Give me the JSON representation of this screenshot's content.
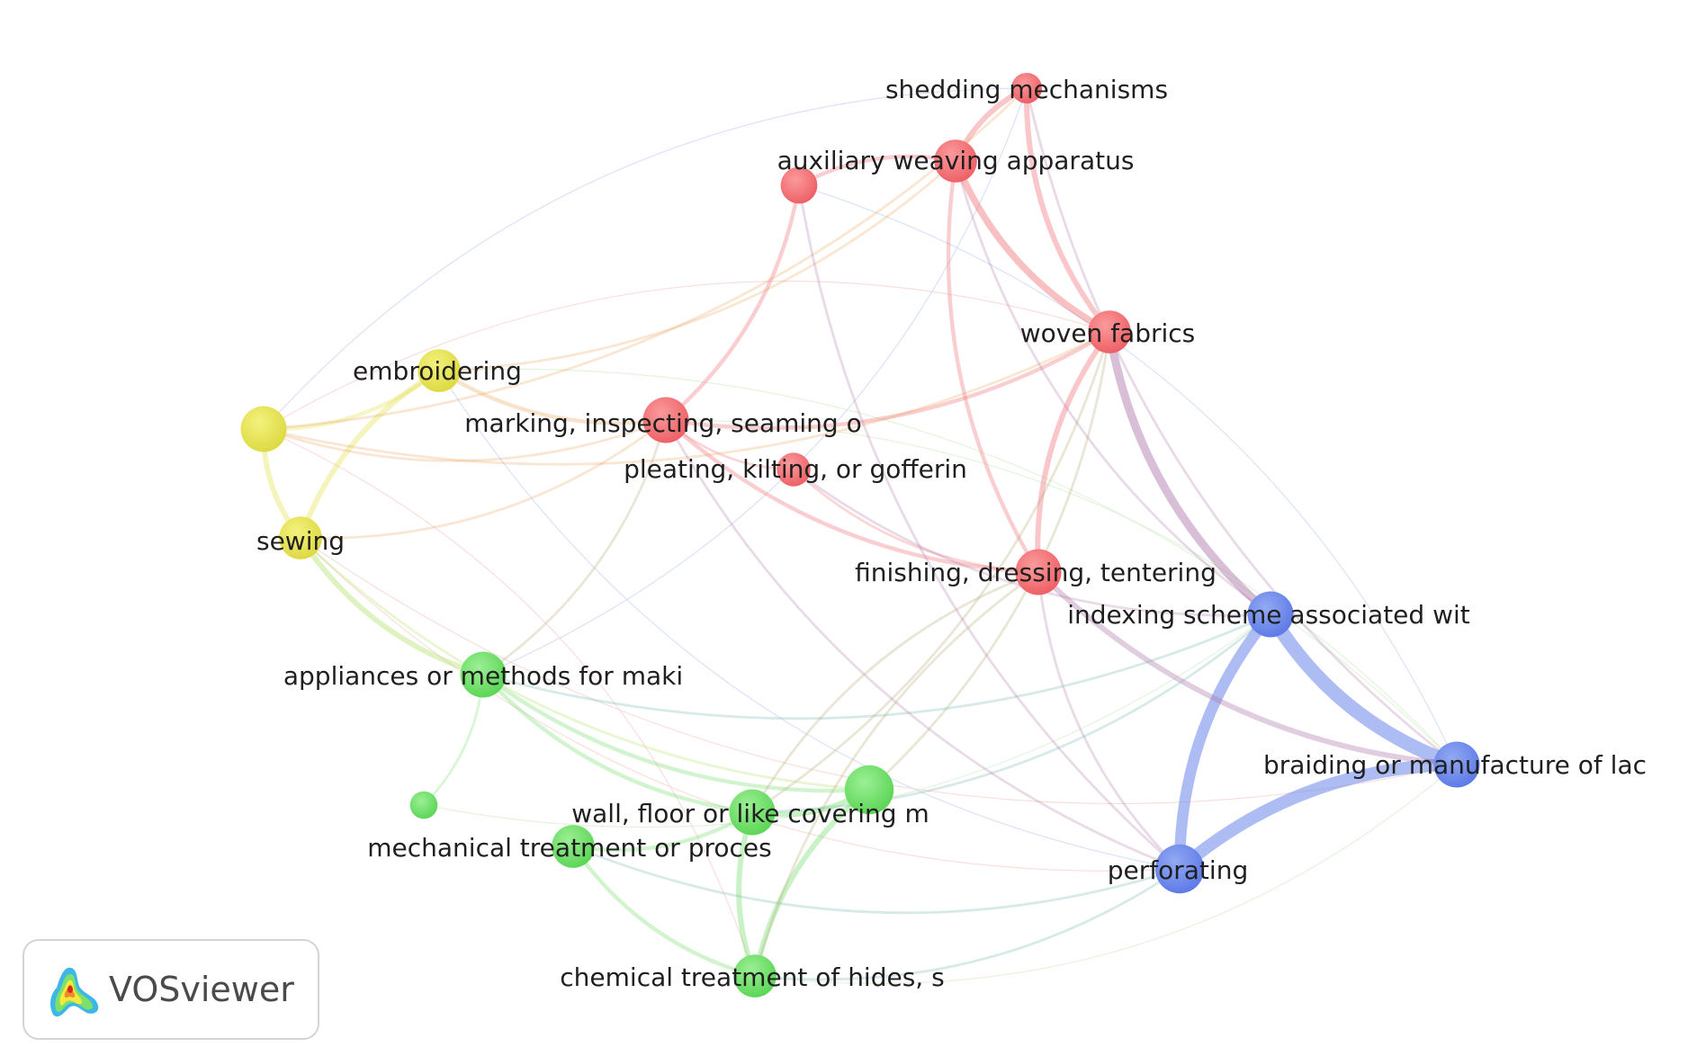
{
  "colors": {
    "red": "#f0686c",
    "yellow": "#e2e04a",
    "green": "#6fdc68",
    "blue": "#6a86ea"
  },
  "nodes": [
    {
      "id": "shedding",
      "label": "shedding mechanisms",
      "cluster": "red",
      "weight": 1.0
    },
    {
      "id": "auxiliary",
      "label": "auxiliary weaving apparatus",
      "cluster": "red",
      "weight": 1.4
    },
    {
      "id": "red_unlabeled",
      "label": "",
      "cluster": "red",
      "weight": 1.2
    },
    {
      "id": "woven",
      "label": "woven fabrics",
      "cluster": "red",
      "weight": 1.4
    },
    {
      "id": "marking",
      "label": "marking, inspecting, seaming o",
      "cluster": "red",
      "weight": 1.5
    },
    {
      "id": "pleating",
      "label": "pleating, kilting, or gofferin",
      "cluster": "red",
      "weight": 1.1
    },
    {
      "id": "finishing",
      "label": "finishing, dressing, tentering",
      "cluster": "red",
      "weight": 1.5
    },
    {
      "id": "embroidering",
      "label": "embroidering",
      "cluster": "yellow",
      "weight": 1.4
    },
    {
      "id": "yellow_unlabeled",
      "label": "",
      "cluster": "yellow",
      "weight": 1.5
    },
    {
      "id": "sewing",
      "label": "sewing",
      "cluster": "yellow",
      "weight": 1.4
    },
    {
      "id": "appliances",
      "label": "appliances or methods for maki",
      "cluster": "green",
      "weight": 1.5
    },
    {
      "id": "green_small",
      "label": "",
      "cluster": "green",
      "weight": 0.9
    },
    {
      "id": "wall",
      "label": "wall, floor or like covering m",
      "cluster": "green",
      "weight": 1.5
    },
    {
      "id": "green_unlabeled",
      "label": "",
      "cluster": "green",
      "weight": 1.6
    },
    {
      "id": "mechanical",
      "label": "mechanical treatment or proces",
      "cluster": "green",
      "weight": 1.4
    },
    {
      "id": "chemical",
      "label": "chemical treatment of hides, s",
      "cluster": "green",
      "weight": 1.4
    },
    {
      "id": "indexing",
      "label": "indexing scheme associated wit",
      "cluster": "blue",
      "weight": 1.5
    },
    {
      "id": "braiding",
      "label": "braiding or manufacture of lac",
      "cluster": "blue",
      "weight": 1.5
    },
    {
      "id": "perforating",
      "label": "perforating",
      "cluster": "blue",
      "weight": 1.6
    }
  ],
  "links": [
    {
      "source": "indexing",
      "target": "braiding",
      "strength": 9
    },
    {
      "source": "braiding",
      "target": "perforating",
      "strength": 8
    },
    {
      "source": "indexing",
      "target": "perforating",
      "strength": 7
    },
    {
      "source": "woven",
      "target": "indexing",
      "strength": 5
    },
    {
      "source": "auxiliary",
      "target": "woven",
      "strength": 4
    },
    {
      "source": "shedding",
      "target": "woven",
      "strength": 3
    },
    {
      "source": "shedding",
      "target": "auxiliary",
      "strength": 3
    },
    {
      "source": "auxiliary",
      "target": "red_unlabeled",
      "strength": 2
    },
    {
      "source": "woven",
      "target": "finishing",
      "strength": 3
    },
    {
      "source": "auxiliary",
      "target": "finishing",
      "strength": 2
    },
    {
      "source": "marking",
      "target": "finishing",
      "strength": 2
    },
    {
      "source": "marking",
      "target": "woven",
      "strength": 2
    },
    {
      "source": "marking",
      "target": "red_unlabeled",
      "strength": 2
    },
    {
      "source": "marking",
      "target": "pleating",
      "strength": 1
    },
    {
      "source": "pleating",
      "target": "finishing",
      "strength": 1
    },
    {
      "source": "finishing",
      "target": "braiding",
      "strength": 3
    },
    {
      "source": "finishing",
      "target": "perforating",
      "strength": 1
    },
    {
      "source": "embroidering",
      "target": "sewing",
      "strength": 3
    },
    {
      "source": "yellow_unlabeled",
      "target": "sewing",
      "strength": 3
    },
    {
      "source": "yellow_unlabeled",
      "target": "embroidering",
      "strength": 2
    },
    {
      "source": "embroidering",
      "target": "marking",
      "strength": 2
    },
    {
      "source": "yellow_unlabeled",
      "target": "marking",
      "strength": 1
    },
    {
      "source": "sewing",
      "target": "appliances",
      "strength": 3
    },
    {
      "source": "sewing",
      "target": "marking",
      "strength": 1
    },
    {
      "source": "appliances",
      "target": "wall",
      "strength": 2
    },
    {
      "source": "appliances",
      "target": "green_unlabeled",
      "strength": 2
    },
    {
      "source": "wall",
      "target": "green_unlabeled",
      "strength": 3
    },
    {
      "source": "wall",
      "target": "chemical",
      "strength": 3
    },
    {
      "source": "green_unlabeled",
      "target": "chemical",
      "strength": 3
    },
    {
      "source": "mechanical",
      "target": "wall",
      "strength": 2
    },
    {
      "source": "mechanical",
      "target": "chemical",
      "strength": 2
    },
    {
      "source": "green_small",
      "target": "appliances",
      "strength": 1
    },
    {
      "source": "green_unlabeled",
      "target": "woven",
      "strength": 1
    },
    {
      "source": "wall",
      "target": "indexing",
      "strength": 1
    },
    {
      "source": "appliances",
      "target": "indexing",
      "strength": 1
    },
    {
      "source": "wall",
      "target": "woven",
      "strength": 1
    },
    {
      "source": "appliances",
      "target": "marking",
      "strength": 1
    },
    {
      "source": "chemical",
      "target": "perforating",
      "strength": 1
    },
    {
      "source": "embroidering",
      "target": "auxiliary",
      "strength": 1
    },
    {
      "source": "yellow_unlabeled",
      "target": "woven",
      "strength": 1
    },
    {
      "source": "pleating",
      "target": "indexing",
      "strength": 1
    },
    {
      "source": "mechanical",
      "target": "perforating",
      "strength": 1
    },
    {
      "source": "marking",
      "target": "perforating",
      "strength": 1
    },
    {
      "source": "yellow_unlabeled",
      "target": "shedding",
      "strength": 1
    },
    {
      "source": "red_unlabeled",
      "target": "perforating",
      "strength": 1
    },
    {
      "source": "shedding",
      "target": "braiding",
      "strength": 1
    },
    {
      "source": "sewing",
      "target": "green_unlabeled",
      "strength": 1
    },
    {
      "source": "finishing",
      "target": "wall",
      "strength": 1
    },
    {
      "source": "finishing",
      "target": "chemical",
      "strength": 1
    },
    {
      "source": "auxiliary",
      "target": "indexing",
      "strength": 1
    }
  ],
  "logo": {
    "text": "VOSviewer"
  }
}
